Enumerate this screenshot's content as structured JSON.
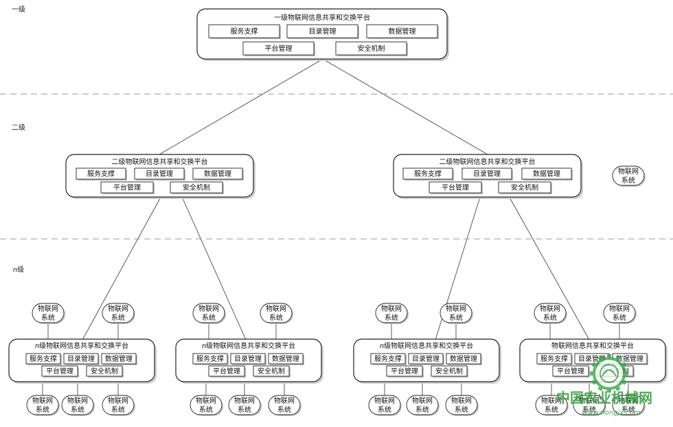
{
  "levels": [
    {
      "label": "一级"
    },
    {
      "label": "二级"
    },
    {
      "label": "n级"
    }
  ],
  "module_labels": {
    "service": "服务支撑",
    "directory": "目录管理",
    "data": "数据管理",
    "platform": "平台管理",
    "security": "安全机制"
  },
  "system_label": [
    "物联网",
    "系统"
  ],
  "platforms": [
    {
      "id": "p1",
      "title": "一级物联网信息共享和交换平台"
    },
    {
      "id": "p2a",
      "title": "二级物联网信息共享和交换平台"
    },
    {
      "id": "p2b",
      "title": "二级物联网信息共享和交换平台"
    },
    {
      "id": "pn1",
      "title": "n级物联网信息共享和交换平台"
    },
    {
      "id": "pn2",
      "title": "n级物联网信息共享和交换平台"
    },
    {
      "id": "pn3",
      "title": "n级物联网信息共享和交换平台"
    },
    {
      "id": "pn4",
      "title": "物联网信息共享和交换平台"
    }
  ],
  "watermark": {
    "text": "中国农业机械网",
    "url": "www.nongjx.com"
  }
}
